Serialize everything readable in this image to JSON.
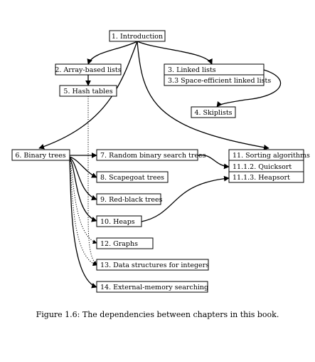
{
  "nodes": {
    "introduction": "1. Introduction",
    "array_lists": "2. Array-based lists",
    "hash_tables": "5. Hash tables",
    "linked_lists": "3. Linked lists",
    "space_efficient": "3.3 Space-efficient linked lists",
    "skiplists": "4. Skiplists",
    "binary_trees": "6. Binary trees",
    "random_bst": "7. Random binary search trees",
    "scapegoat": "8. Scapegoat trees",
    "red_black": "9. Red-black trees",
    "heaps": "10. Heaps",
    "graphs": "12. Graphs",
    "integers": "13. Data structures for integers",
    "external_memory": "14. External-memory searching",
    "sorting": "11. Sorting algorithms",
    "quicksort": "11.1.2. Quicksort",
    "heapsort": "11.1.3. Heapsort"
  },
  "caption": "Figure 1.6: The dependencies between chapters in this book."
}
